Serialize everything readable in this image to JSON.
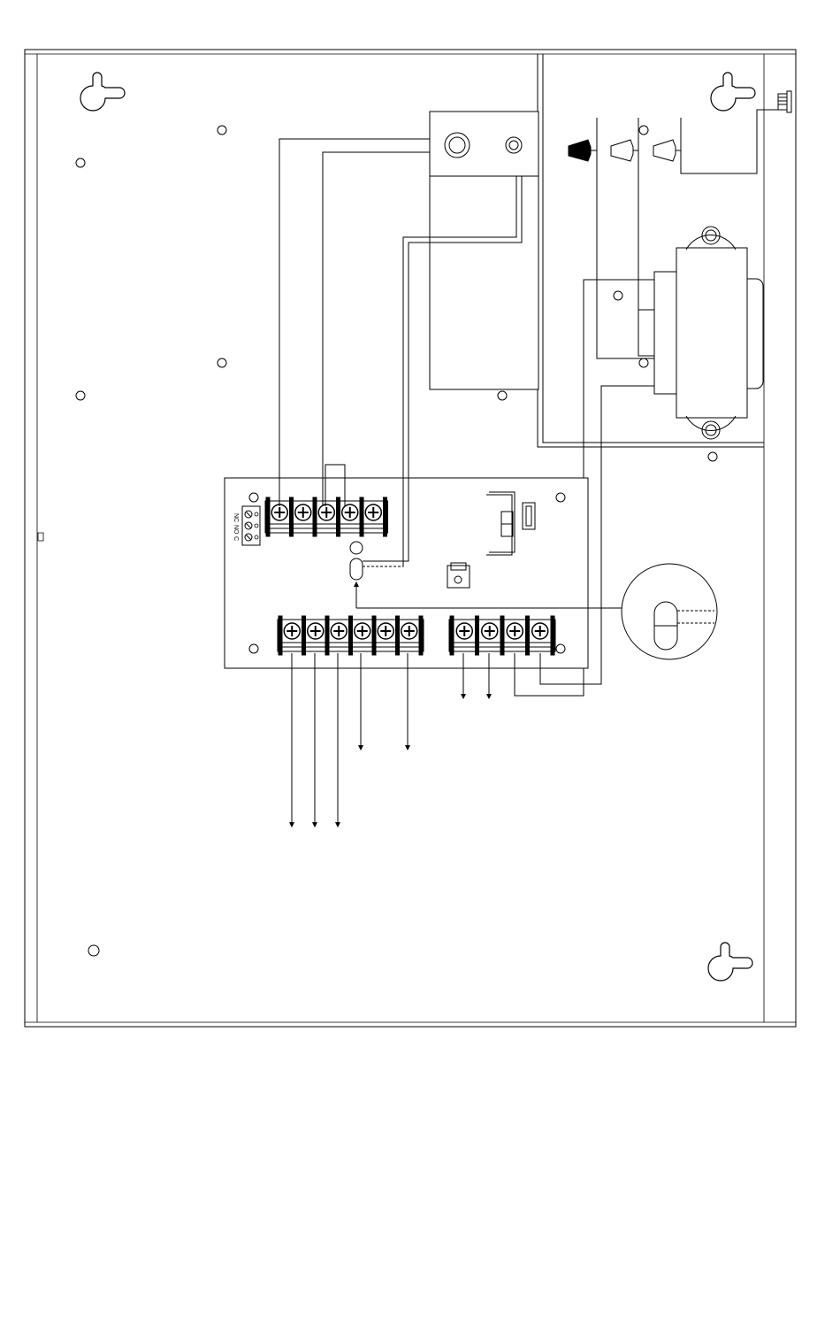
{
  "diagram": {
    "relay_contact_labels": [
      "NC",
      "NO",
      "C"
    ],
    "colors": {
      "line": "#000000",
      "hardware": "#555555",
      "paper": "#ffffff"
    },
    "icons": [
      "keyhole-mount-icon",
      "mounting-hole-icon",
      "terminal-screw-icon",
      "wire-nut-icon",
      "transformer-icon",
      "battery-connector-icon"
    ]
  }
}
